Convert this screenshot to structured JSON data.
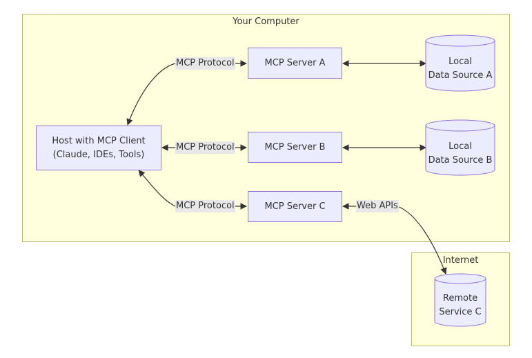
{
  "clusters": {
    "computer": {
      "title": "Your Computer"
    },
    "internet": {
      "title": "Internet"
    }
  },
  "nodes": {
    "host": {
      "line1": "Host with MCP Client",
      "line2": "(Claude, IDEs, Tools)"
    },
    "server_a": {
      "label": "MCP Server A"
    },
    "server_b": {
      "label": "MCP Server B"
    },
    "server_c": {
      "label": "MCP Server C"
    },
    "data_a": {
      "line1": "Local",
      "line2": "Data Source A"
    },
    "data_b": {
      "line1": "Local",
      "line2": "Data Source B"
    },
    "remote_c": {
      "line1": "Remote",
      "line2": "Service C"
    }
  },
  "edge_labels": {
    "a": "MCP Protocol",
    "b": "MCP Protocol",
    "c": "MCP Protocol",
    "web": "Web APIs"
  },
  "colors": {
    "cluster_fill": "#ffffde",
    "cluster_border": "#b8b86a",
    "node_fill": "#ececff",
    "node_border": "#9370db",
    "edge": "#333333",
    "label_bg": "#e8e8e8"
  }
}
